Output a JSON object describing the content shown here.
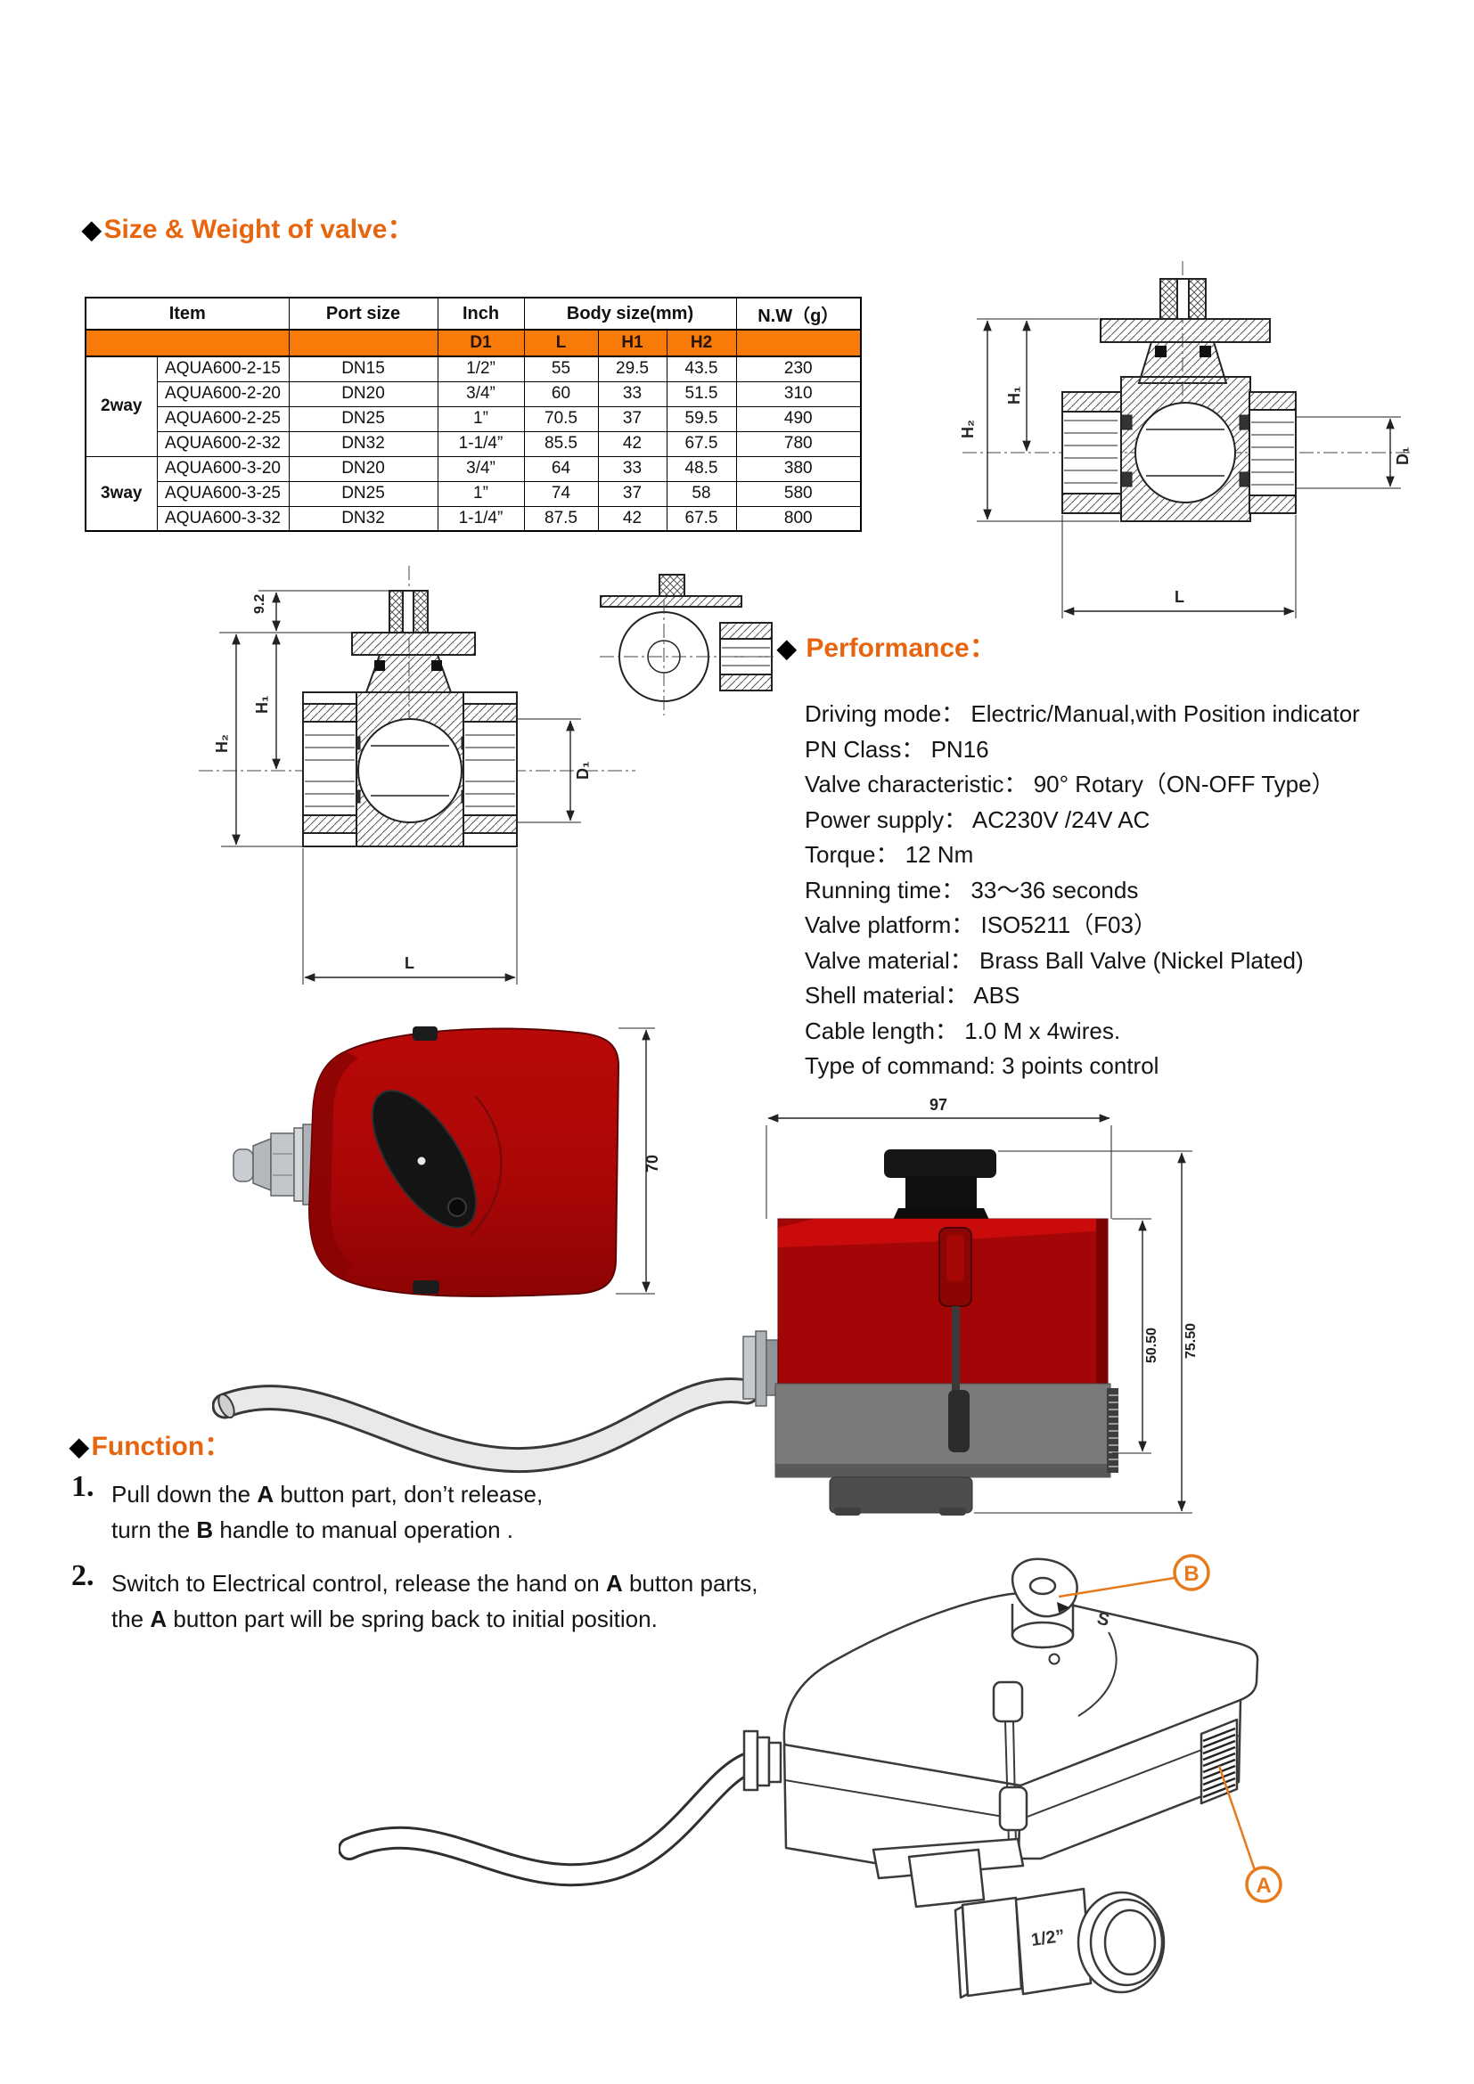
{
  "colors": {
    "accent_orange": "#e8650f",
    "table_band_orange": "#f87a09",
    "callout_orange": "#e87a1e",
    "actuator_red": "#a30606",
    "actuator_gray": "#7a7a7a"
  },
  "size_section": {
    "title": "Size & Weight of valve："
  },
  "table": {
    "col_item": "Item",
    "col_port": "Port size",
    "col_inch": "Inch",
    "col_body": "Body size(mm)",
    "col_nw": "N.W（g）",
    "sub_d1": "D1",
    "sub_l": "L",
    "sub_h1": "H1",
    "sub_h2": "H2",
    "groups": [
      {
        "label": "2way",
        "rows": [
          [
            "AQUA600-2-15",
            "DN15",
            "1/2”",
            "55",
            "29.5",
            "43.5",
            "230"
          ],
          [
            "AQUA600-2-20",
            "DN20",
            "3/4”",
            "60",
            "33",
            "51.5",
            "310"
          ],
          [
            "AQUA600-2-25",
            "DN25",
            "1”",
            "70.5",
            "37",
            "59.5",
            "490"
          ],
          [
            "AQUA600-2-32",
            "DN32",
            "1-1/4”",
            "85.5",
            "42",
            "67.5",
            "780"
          ]
        ]
      },
      {
        "label": "3way",
        "rows": [
          [
            "AQUA600-3-20",
            "DN20",
            "3/4”",
            "64",
            "33",
            "48.5",
            "380"
          ],
          [
            "AQUA600-3-25",
            "DN25",
            "1”",
            "74",
            "37",
            "58",
            "580"
          ],
          [
            "AQUA600-3-32",
            "DN32",
            "1-1/4”",
            "87.5",
            "42",
            "67.5",
            "800"
          ]
        ]
      }
    ]
  },
  "performance": {
    "title": "Performance：",
    "lines": [
      "Driving mode： Electric/Manual,with Position indicator",
      "PN Class： PN16",
      "Valve characteristic： 90° Rotary（ON-OFF Type）",
      "Power supply： AC230V /24V AC",
      "Torque： 12 Nm",
      "Running time： 33～36 seconds",
      "Valve platform： ISO5211（F03）",
      "Valve material： Brass Ball Valve (Nickel Plated)",
      "Shell material： ABS",
      "Cable length： 1.0 M x 4wires.",
      "Type of command: 3 points control"
    ]
  },
  "function": {
    "title": "Function：",
    "items": [
      {
        "no": "1.",
        "l1a": "Pull down the ",
        "l1b": "A",
        "l1c": " button part, don’t release,",
        "l2a": "turn the ",
        "l2b": "B",
        "l2c": " handle to manual operation ."
      },
      {
        "no": "2.",
        "l1a": "Switch to Electrical control, release the hand on ",
        "l1b": "A",
        "l1c": " button parts,",
        "l2a": "the ",
        "l2b": "A",
        "l2c": " button part will be spring back to initial position."
      }
    ]
  },
  "drawing_top": {
    "h1": "H₁",
    "h2": "H₂",
    "d1": "D₁",
    "l": "L"
  },
  "drawing_mid": {
    "stem": "9.2",
    "h1": "H₁",
    "h2": "H₂",
    "d1": "D₁",
    "l": "L"
  },
  "actuator_top_view": {
    "depth": "70"
  },
  "actuator_side_view": {
    "width": "97",
    "body_height": "50.50",
    "total_height": "75.50"
  },
  "iso_view": {
    "callout_a": "A",
    "callout_b": "B",
    "dial_s": "S",
    "valve_size": "1/2”"
  }
}
